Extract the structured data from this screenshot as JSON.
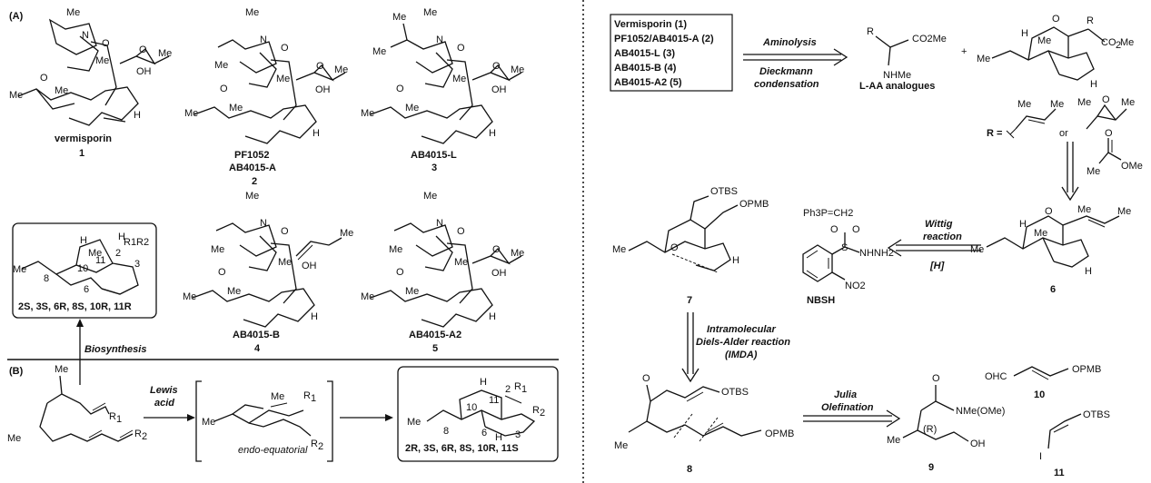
{
  "panel_a": {
    "label": "(A)",
    "compounds": [
      {
        "name": "vermisporin",
        "number": "1"
      },
      {
        "name": "PF1052",
        "alias": "AB4015-A",
        "number": "2"
      },
      {
        "name": "AB4015-L",
        "number": "3"
      },
      {
        "name": "AB4015-B",
        "number": "4"
      },
      {
        "name": "AB4015-A2",
        "number": "5"
      }
    ],
    "core_box": {
      "substituents": "R1R2",
      "atom_labels": [
        "H",
        "Me",
        "H",
        "2",
        "3",
        "8",
        "10",
        "11",
        "6"
      ],
      "stereo": "2S, 3S, 6R, 8S, 10R, 11R"
    },
    "biosynthesis_label": "Biosynthesis"
  },
  "panel_b": {
    "label": "(B)",
    "reagent_line1": "Lewis",
    "reagent_line2": "acid",
    "ts_label": "endo-equatorial",
    "product_stereo": "2R, 3S, 6R, 8S, 10R, 11S",
    "substituents": [
      "R1",
      "R2"
    ]
  },
  "retro": {
    "compound_list": [
      "Vermisporin (1)",
      "PF1052/AB4015-A (2)",
      "AB4015-L (3)",
      "AB4015-B (4)",
      "AB4015-A2 (5)"
    ],
    "step1_top": "Aminolysis",
    "step1_bottom": "Dieckmann",
    "step1_bottom2": "condensation",
    "aa_label": "L-AA analogues",
    "aa_groups": [
      "R",
      "CO2Me",
      "NHMe"
    ],
    "plus": "+",
    "r_def": "R =",
    "or": "or",
    "methyl_acetate_labels": [
      "O",
      "Me",
      "OMe"
    ],
    "wittig_line1": "Wittig",
    "wittig_line2": "reaction",
    "hydride": "[H]",
    "ylide": "Ph3P=CH2",
    "nbsh_name": "NBSH",
    "nbsh_groups": [
      "S",
      "O",
      "O",
      "NHNH2",
      "NO2"
    ],
    "cmpd6": "6",
    "cmpd7": "7",
    "cmpd7_groups": [
      "OTBS",
      "OPMB",
      "Me",
      "O",
      "H"
    ],
    "imda_line1": "Intramolecular",
    "imda_line2": "Diels-Alder reaction",
    "imda_line3": "(IMDA)",
    "cmpd8": "8",
    "cmpd8_groups": [
      "O",
      "OTBS",
      "Me",
      "OPMB"
    ],
    "julia_line1": "Julia",
    "julia_line2": "Olefination",
    "cmpd9": "9",
    "cmpd9_groups": [
      "O",
      "NMe(OMe)",
      "Me",
      "(R)",
      "OH"
    ],
    "cmpd10": "10",
    "cmpd10_groups": [
      "OHC",
      "OPMB"
    ],
    "cmpd11": "11",
    "cmpd11_groups": [
      "I",
      "OTBS"
    ]
  }
}
